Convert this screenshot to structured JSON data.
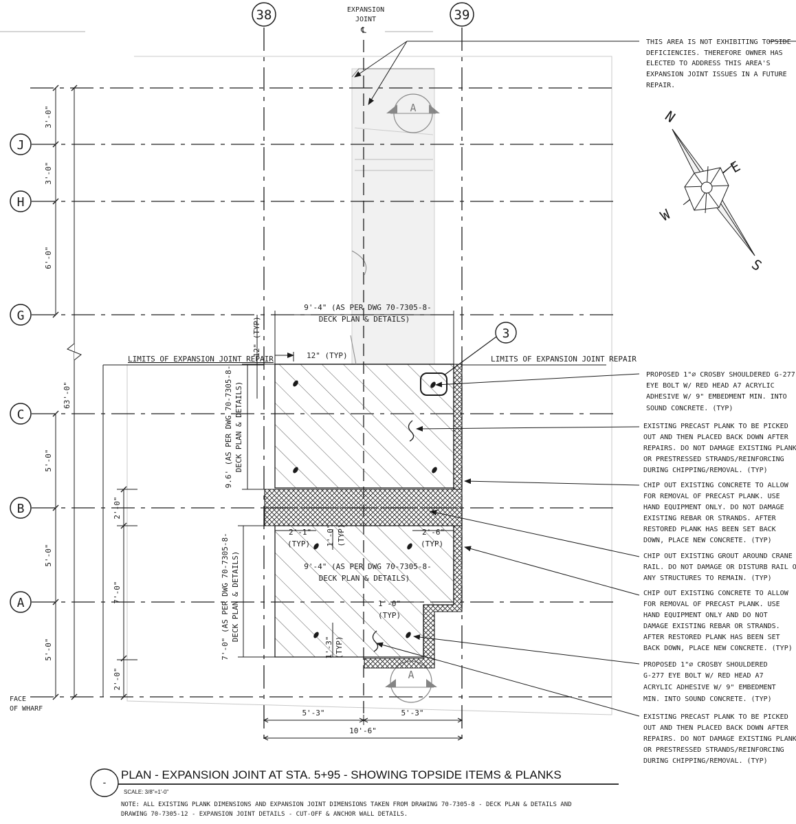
{
  "grid": {
    "columns": [
      {
        "id": "col-38",
        "label": "38"
      },
      {
        "id": "col-39",
        "label": "39"
      }
    ],
    "rows": [
      {
        "id": "row-J",
        "label": "J"
      },
      {
        "id": "row-H",
        "label": "H"
      },
      {
        "id": "row-G",
        "label": "G"
      },
      {
        "id": "row-C",
        "label": "C"
      },
      {
        "id": "row-B",
        "label": "B"
      },
      {
        "id": "row-A",
        "label": "A"
      }
    ]
  },
  "expansion_joint": {
    "line1": "EXPANSION",
    "line2": "JOINT",
    "line3": "℄"
  },
  "section_marks": {
    "top": "A",
    "bottom": "A"
  },
  "detail_callout": "3",
  "limits_left": "LIMITS OF EXPANSION JOINT REPAIR",
  "limits_right": "LIMITS OF EXPANSION JOINT REPAIR",
  "face_of_wharf": {
    "line1": "FACE",
    "line2": "OF WHARF"
  },
  "compass": {
    "n": "N",
    "e": "E",
    "s": "S",
    "w": "W"
  },
  "dims": {
    "left_outer": [
      "3'-0\"",
      "3'-0\"",
      "6'-0\"",
      "63'-0\"",
      "5'-0\"",
      "5'-0\"",
      "5'-0\""
    ],
    "left_inner": [
      "2'-0\"",
      "7'-0\"",
      "2'-0\""
    ],
    "plank_top_width": {
      "line1": "9'-4\" (AS PER DWG 70-7305-8-",
      "line2": "DECK PLAN & DETAILS)"
    },
    "plank_top_height": {
      "line1": "9.6' (AS PER DWG 70-7305-8-",
      "line2": "DECK PLAN & DETAILS)"
    },
    "plank_bot_width": {
      "line1": "9'-4\" (AS PER DWG 70-7305-8-",
      "line2": "DECK PLAN & DETAILS)"
    },
    "plank_bot_height": {
      "line1": "7'-0\" (AS PER DWG 70-7305-8-",
      "line2": "DECK PLAN & DETAILS)"
    },
    "typ_12": "12\" (TYP)",
    "typ_12_h": "12\" (TYP)",
    "d_2_1": "2'-1\"",
    "typ_a": "(TYP)",
    "d_2_6": "2'-6\"",
    "typ_b": "(TYP)",
    "d_1_0a": "1'-0\"",
    "typ_c": "(TYP)",
    "d_1_0b": "1'-0\"",
    "typ_d": "(TYP)",
    "d_1_3": "1'-3\"",
    "typ_e": "(TYP)",
    "bottom_left": "5'-3\"",
    "bottom_right": "5'-3\"",
    "bottom_total": "10'-6\""
  },
  "notes": [
    {
      "id": "n1",
      "lines": [
        "THIS AREA IS NOT EXHIBITING TOPSIDE",
        "DEFICIENCIES. THEREFORE OWNER HAS",
        "ELECTED TO ADDRESS THIS AREA'S",
        "EXPANSION JOINT ISSUES IN A FUTURE",
        "REPAIR."
      ]
    },
    {
      "id": "n2",
      "lines": [
        "PROPOSED 1\"∅ CROSBY SHOULDERED G-277",
        "EYE BOLT W/ RED HEAD A7 ACRYLIC",
        "ADHESIVE W/ 9\" EMBEDMENT MIN. INTO",
        "SOUND CONCRETE.  (TYP)"
      ]
    },
    {
      "id": "n3",
      "lines": [
        "EXISTING PRECAST PLANK TO BE PICKED",
        "OUT AND THEN PLACED BACK DOWN AFTER",
        "REPAIRS. DO NOT DAMAGE EXISTING PLANK",
        "OR PRESTRESSED STRANDS/REINFORCING",
        "DURING CHIPPING/REMOVAL. (TYP)"
      ]
    },
    {
      "id": "n4",
      "lines": [
        "CHIP OUT EXISTING CONCRETE TO ALLOW",
        "FOR REMOVAL OF PRECAST PLANK. USE",
        "HAND EQUIPMENT ONLY. DO NOT DAMAGE",
        "EXISTING REBAR OR STRANDS. AFTER",
        "RESTORED PLANK HAS BEEN SET BACK",
        "DOWN, PLACE NEW CONCRETE. (TYP)"
      ]
    },
    {
      "id": "n5",
      "lines": [
        "CHIP OUT EXISTING GROUT AROUND CRANE",
        "RAIL. DO NOT DAMAGE OR DISTURB RAIL OR",
        "ANY STRUCTURES TO REMAIN. (TYP)"
      ]
    },
    {
      "id": "n6",
      "lines": [
        "CHIP OUT EXISTING CONCRETE TO ALLOW",
        "FOR REMOVAL OF PRECAST PLANK. USE",
        "HAND EQUIPMENT ONLY AND DO NOT",
        "DAMAGE EXISTING REBAR OR STRANDS.",
        "AFTER RESTORED PLANK HAS BEEN SET",
        "BACK DOWN, PLACE NEW CONCRETE. (TYP)"
      ]
    },
    {
      "id": "n7",
      "lines": [
        "PROPOSED 1\"∅ CROSBY SHOULDERED",
        "G-277 EYE BOLT W/ RED HEAD A7",
        "ACRYLIC ADHESIVE W/ 9\" EMBEDMENT",
        "MIN. INTO SOUND CONCRETE.  (TYP)"
      ]
    },
    {
      "id": "n8",
      "lines": [
        "EXISTING PRECAST PLANK TO BE PICKED",
        "OUT AND THEN PLACED BACK DOWN AFTER",
        "REPAIRS. DO NOT DAMAGE EXISTING PLANK",
        "OR PRESTRESSED STRANDS/REINFORCING",
        "DURING CHIPPING/REMOVAL. (TYP)"
      ]
    }
  ],
  "title_block": {
    "bubble": "-",
    "title": "PLAN - EXPANSION JOINT AT STA. 5+95 - SHOWING TOPSIDE ITEMS & PLANKS",
    "scale": "SCALE:  3/8\"=1'-0\"",
    "note1": "NOTE: ALL EXISTING PLANK DIMENSIONS AND EXPANSION JOINT DIMENSIONS TAKEN FROM DRAWING 70-7305-8 - DECK PLAN & DETAILS AND",
    "note2": "DRAWING 70-7305-12 - EXPANSION JOINT DETAILS - CUT-OFF & ANCHOR WALL DETAILS."
  },
  "colors": {
    "ink": "#1a1a1a",
    "faint": "#9a9a9a",
    "bg": "#ffffff"
  }
}
